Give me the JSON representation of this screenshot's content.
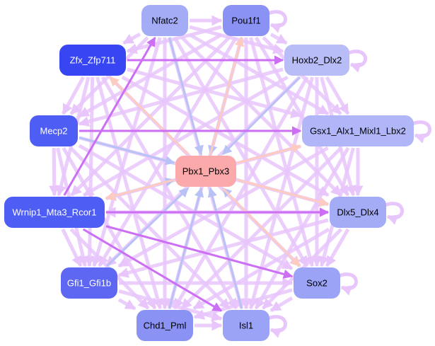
{
  "graph": {
    "type": "directed-network",
    "node_colors": {
      "very_dark": "#3845f2",
      "dark": "#4e5ef5",
      "medium_dark": "#5d67f2",
      "medium": "#8a93f4",
      "light": "#a4acf6",
      "very_light": "#b8bcf7",
      "center": "#fca9ab"
    },
    "edge_colors": {
      "default": "#e8c6fb",
      "strong": "#cc6ff5",
      "blue": "#b9c2f6",
      "salmon": "#fdcbc0"
    },
    "nodes": [
      {
        "id": "Nfatc2",
        "label": "Nfatc2",
        "fill": "#a4acf6",
        "text": "#000000"
      },
      {
        "id": "Pou1f1",
        "label": "Pou1f1",
        "fill": "#8a93f4",
        "text": "#000000"
      },
      {
        "id": "Zfx_Zfp711",
        "label": "Zfx_Zfp711",
        "fill": "#3845f2",
        "text": "#ffffff"
      },
      {
        "id": "Hoxb2_Dlx2",
        "label": "Hoxb2_Dlx2",
        "fill": "#b8bcf7",
        "text": "#000000"
      },
      {
        "id": "Mecp2",
        "label": "Mecp2",
        "fill": "#4e5ef5",
        "text": "#ffffff"
      },
      {
        "id": "Gsx1_Alx1_Mixl1_Lbx2",
        "label": "Gsx1_Alx1_Mixl1_Lbx2",
        "fill": "#b0b6f7",
        "text": "#000000"
      },
      {
        "id": "Pbx1_Pbx3",
        "label": "Pbx1_Pbx3",
        "fill": "#fca9ab",
        "text": "#000000"
      },
      {
        "id": "Wrnip1_Mta3_Rcor1",
        "label": "Wrnip1_Mta3_Rcor1",
        "fill": "#4e5ef5",
        "text": "#ffffff"
      },
      {
        "id": "Dlx5_Dlx4",
        "label": "Dlx5_Dlx4",
        "fill": "#a4acf6",
        "text": "#000000"
      },
      {
        "id": "Gfi1_Gfi1b",
        "label": "Gfi1_Gfi1b",
        "fill": "#5d67f2",
        "text": "#ffffff"
      },
      {
        "id": "Sox2",
        "label": "Sox2",
        "fill": "#9aa3f5",
        "text": "#000000"
      },
      {
        "id": "Chd1_Pml",
        "label": "Chd1_Pml",
        "fill": "#8a93f4",
        "text": "#000000"
      },
      {
        "id": "Isl1",
        "label": "Isl1",
        "fill": "#9aa3f5",
        "text": "#000000"
      }
    ],
    "self_loops": [
      "Pou1f1",
      "Hoxb2_Dlx2",
      "Gsx1_Alx1_Mixl1_Lbx2",
      "Dlx5_Dlx4",
      "Sox2",
      "Isl1"
    ],
    "edges": [
      {
        "from": "Nfatc2",
        "to": "Pbx1_Pbx3",
        "kind": "blue"
      },
      {
        "from": "Pou1f1",
        "to": "Pbx1_Pbx3",
        "kind": "blue"
      },
      {
        "from": "Hoxb2_Dlx2",
        "to": "Pbx1_Pbx3",
        "kind": "blue"
      },
      {
        "from": "Mecp2",
        "to": "Pbx1_Pbx3",
        "kind": "blue"
      },
      {
        "from": "Gfi1_Gfi1b",
        "to": "Pbx1_Pbx3",
        "kind": "blue"
      },
      {
        "from": "Chd1_Pml",
        "to": "Pbx1_Pbx3",
        "kind": "blue"
      },
      {
        "from": "Isl1",
        "to": "Pbx1_Pbx3",
        "kind": "blue"
      },
      {
        "from": "Sox2",
        "to": "Pbx1_Pbx3",
        "kind": "blue"
      },
      {
        "from": "Wrnip1_Mta3_Rcor1",
        "to": "Pbx1_Pbx3",
        "kind": "blue"
      },
      {
        "from": "Pbx1_Pbx3",
        "to": "Dlx5_Dlx4",
        "kind": "salmon"
      },
      {
        "from": "Pbx1_Pbx3",
        "to": "Zfx_Zfp711",
        "kind": "salmon"
      },
      {
        "from": "Pbx1_Pbx3",
        "to": "Pou1f1",
        "kind": "salmon"
      },
      {
        "from": "Pbx1_Pbx3",
        "to": "Wrnip1_Mta3_Rcor1",
        "kind": "salmon"
      },
      {
        "from": "Pbx1_Pbx3",
        "to": "Gsx1_Alx1_Mixl1_Lbx2",
        "kind": "salmon"
      },
      {
        "from": "Pbx1_Pbx3",
        "to": "Sox2",
        "kind": "salmon"
      },
      {
        "from": "Wrnip1_Mta3_Rcor1",
        "to": "Nfatc2",
        "kind": "strong"
      },
      {
        "from": "Wrnip1_Mta3_Rcor1",
        "to": "Dlx5_Dlx4",
        "kind": "strong"
      },
      {
        "from": "Wrnip1_Mta3_Rcor1",
        "to": "Sox2",
        "kind": "strong"
      },
      {
        "from": "Wrnip1_Mta3_Rcor1",
        "to": "Isl1",
        "kind": "strong"
      },
      {
        "from": "Mecp2",
        "to": "Gsx1_Alx1_Mixl1_Lbx2",
        "kind": "strong"
      },
      {
        "from": "Zfx_Zfp711",
        "to": "Hoxb2_Dlx2",
        "kind": "strong"
      },
      {
        "from": "Nfatc2",
        "to": "Pou1f1",
        "kind": "default"
      },
      {
        "from": "Nfatc2",
        "to": "Zfx_Zfp711",
        "kind": "default"
      },
      {
        "from": "Nfatc2",
        "to": "Hoxb2_Dlx2",
        "kind": "default"
      },
      {
        "from": "Nfatc2",
        "to": "Gsx1_Alx1_Mixl1_Lbx2",
        "kind": "default"
      },
      {
        "from": "Nfatc2",
        "to": "Dlx5_Dlx4",
        "kind": "default"
      },
      {
        "from": "Nfatc2",
        "to": "Sox2",
        "kind": "default"
      },
      {
        "from": "Nfatc2",
        "to": "Isl1",
        "kind": "default"
      },
      {
        "from": "Nfatc2",
        "to": "Chd1_Pml",
        "kind": "default"
      },
      {
        "from": "Nfatc2",
        "to": "Gfi1_Gfi1b",
        "kind": "default"
      },
      {
        "from": "Nfatc2",
        "to": "Mecp2",
        "kind": "default"
      },
      {
        "from": "Pou1f1",
        "to": "Hoxb2_Dlx2",
        "kind": "default"
      },
      {
        "from": "Pou1f1",
        "to": "Zfx_Zfp711",
        "kind": "default"
      },
      {
        "from": "Pou1f1",
        "to": "Mecp2",
        "kind": "default"
      },
      {
        "from": "Pou1f1",
        "to": "Wrnip1_Mta3_Rcor1",
        "kind": "default"
      },
      {
        "from": "Pou1f1",
        "to": "Gfi1_Gfi1b",
        "kind": "default"
      },
      {
        "from": "Pou1f1",
        "to": "Chd1_Pml",
        "kind": "default"
      },
      {
        "from": "Pou1f1",
        "to": "Isl1",
        "kind": "default"
      },
      {
        "from": "Pou1f1",
        "to": "Sox2",
        "kind": "default"
      },
      {
        "from": "Pou1f1",
        "to": "Dlx5_Dlx4",
        "kind": "default"
      },
      {
        "from": "Pou1f1",
        "to": "Gsx1_Alx1_Mixl1_Lbx2",
        "kind": "default"
      },
      {
        "from": "Zfx_Zfp711",
        "to": "Mecp2",
        "kind": "default"
      },
      {
        "from": "Zfx_Zfp711",
        "to": "Wrnip1_Mta3_Rcor1",
        "kind": "default"
      },
      {
        "from": "Zfx_Zfp711",
        "to": "Gfi1_Gfi1b",
        "kind": "default"
      },
      {
        "from": "Zfx_Zfp711",
        "to": "Chd1_Pml",
        "kind": "default"
      },
      {
        "from": "Zfx_Zfp711",
        "to": "Isl1",
        "kind": "default"
      },
      {
        "from": "Zfx_Zfp711",
        "to": "Sox2",
        "kind": "default"
      },
      {
        "from": "Zfx_Zfp711",
        "to": "Dlx5_Dlx4",
        "kind": "default"
      },
      {
        "from": "Zfx_Zfp711",
        "to": "Gsx1_Alx1_Mixl1_Lbx2",
        "kind": "default"
      },
      {
        "from": "Hoxb2_Dlx2",
        "to": "Gsx1_Alx1_Mixl1_Lbx2",
        "kind": "default"
      },
      {
        "from": "Hoxb2_Dlx2",
        "to": "Mecp2",
        "kind": "default"
      },
      {
        "from": "Hoxb2_Dlx2",
        "to": "Wrnip1_Mta3_Rcor1",
        "kind": "default"
      },
      {
        "from": "Hoxb2_Dlx2",
        "to": "Gfi1_Gfi1b",
        "kind": "default"
      },
      {
        "from": "Hoxb2_Dlx2",
        "to": "Chd1_Pml",
        "kind": "default"
      },
      {
        "from": "Hoxb2_Dlx2",
        "to": "Isl1",
        "kind": "default"
      },
      {
        "from": "Hoxb2_Dlx2",
        "to": "Sox2",
        "kind": "default"
      },
      {
        "from": "Hoxb2_Dlx2",
        "to": "Dlx5_Dlx4",
        "kind": "default"
      },
      {
        "from": "Mecp2",
        "to": "Wrnip1_Mta3_Rcor1",
        "kind": "default"
      },
      {
        "from": "Mecp2",
        "to": "Gfi1_Gfi1b",
        "kind": "default"
      },
      {
        "from": "Mecp2",
        "to": "Chd1_Pml",
        "kind": "default"
      },
      {
        "from": "Mecp2",
        "to": "Isl1",
        "kind": "default"
      },
      {
        "from": "Mecp2",
        "to": "Sox2",
        "kind": "default"
      },
      {
        "from": "Mecp2",
        "to": "Dlx5_Dlx4",
        "kind": "default"
      },
      {
        "from": "Gsx1_Alx1_Mixl1_Lbx2",
        "to": "Dlx5_Dlx4",
        "kind": "default"
      },
      {
        "from": "Gsx1_Alx1_Mixl1_Lbx2",
        "to": "Sox2",
        "kind": "default"
      },
      {
        "from": "Gsx1_Alx1_Mixl1_Lbx2",
        "to": "Isl1",
        "kind": "default"
      },
      {
        "from": "Gsx1_Alx1_Mixl1_Lbx2",
        "to": "Chd1_Pml",
        "kind": "default"
      },
      {
        "from": "Gsx1_Alx1_Mixl1_Lbx2",
        "to": "Gfi1_Gfi1b",
        "kind": "default"
      },
      {
        "from": "Gsx1_Alx1_Mixl1_Lbx2",
        "to": "Wrnip1_Mta3_Rcor1",
        "kind": "default"
      },
      {
        "from": "Wrnip1_Mta3_Rcor1",
        "to": "Gfi1_Gfi1b",
        "kind": "default"
      },
      {
        "from": "Wrnip1_Mta3_Rcor1",
        "to": "Chd1_Pml",
        "kind": "default"
      },
      {
        "from": "Dlx5_Dlx4",
        "to": "Sox2",
        "kind": "default"
      },
      {
        "from": "Dlx5_Dlx4",
        "to": "Isl1",
        "kind": "default"
      },
      {
        "from": "Dlx5_Dlx4",
        "to": "Chd1_Pml",
        "kind": "default"
      },
      {
        "from": "Dlx5_Dlx4",
        "to": "Gfi1_Gfi1b",
        "kind": "default"
      },
      {
        "from": "Dlx5_Dlx4",
        "to": "Wrnip1_Mta3_Rcor1",
        "kind": "default"
      },
      {
        "from": "Gfi1_Gfi1b",
        "to": "Chd1_Pml",
        "kind": "default"
      },
      {
        "from": "Gfi1_Gfi1b",
        "to": "Isl1",
        "kind": "default"
      },
      {
        "from": "Gfi1_Gfi1b",
        "to": "Sox2",
        "kind": "default"
      },
      {
        "from": "Sox2",
        "to": "Isl1",
        "kind": "default"
      },
      {
        "from": "Sox2",
        "to": "Chd1_Pml",
        "kind": "default"
      },
      {
        "from": "Chd1_Pml",
        "to": "Isl1",
        "kind": "default"
      }
    ]
  }
}
